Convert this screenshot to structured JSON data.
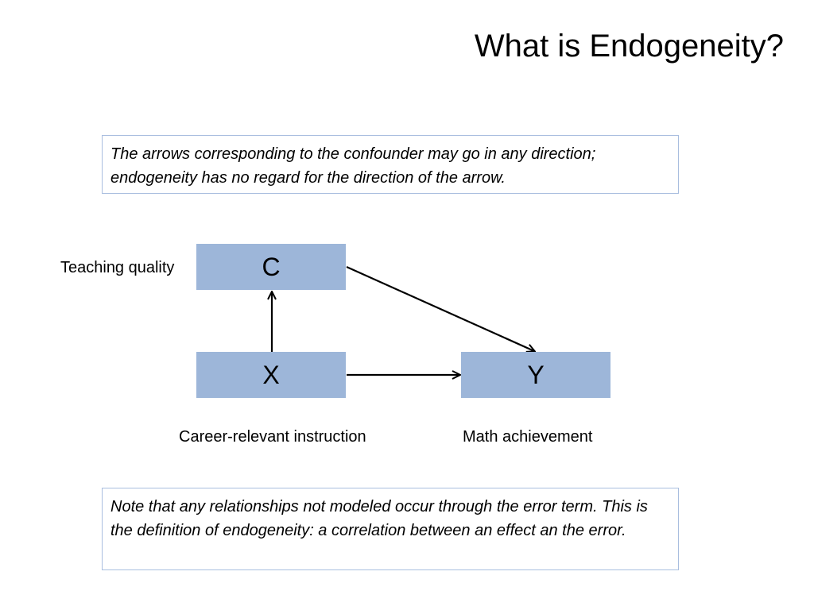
{
  "slide": {
    "title": "What is Endogeneity?"
  },
  "notes": {
    "top": "The arrows corresponding to the confounder may go in any direction; endogeneity has no regard for the direction of the arrow.",
    "bottom": "Note that any relationships not modeled occur through the error term. This is the definition of endogeneity: a correlation between an effect an the error."
  },
  "diagram": {
    "nodes": {
      "c": {
        "symbol": "C",
        "label": "Teaching quality"
      },
      "x": {
        "symbol": "X",
        "label": "Career-relevant instruction"
      },
      "y": {
        "symbol": "Y",
        "label": "Math achievement"
      }
    },
    "edges": [
      {
        "from": "X",
        "to": "C"
      },
      {
        "from": "C",
        "to": "Y"
      },
      {
        "from": "X",
        "to": "Y"
      }
    ],
    "colors": {
      "node_fill": "#9db6d9",
      "box_border": "#a9bedf",
      "arrow": "#000000"
    }
  }
}
